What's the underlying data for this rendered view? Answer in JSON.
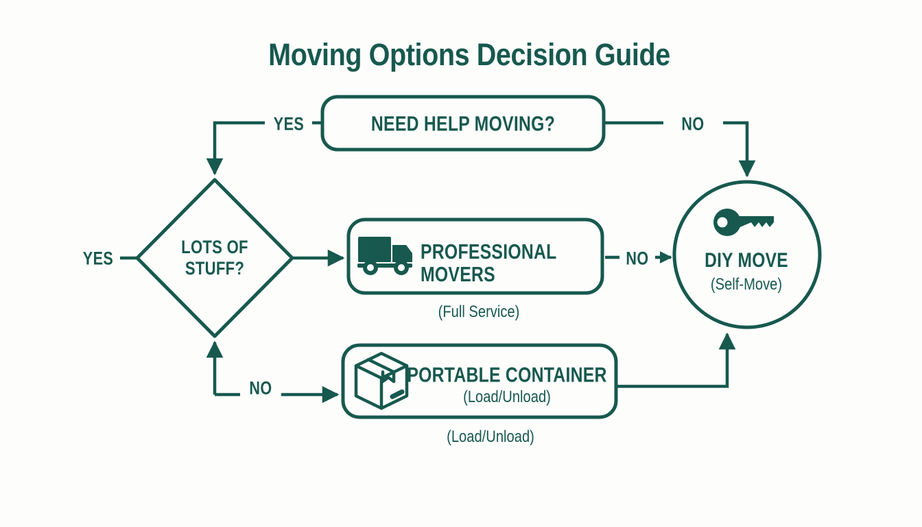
{
  "page": {
    "title": "Moving Options Decision Guide",
    "background_color": "#fdfdfc",
    "accent_color": "#17594e"
  },
  "nodes": {
    "start": {
      "id": "need-help-moving",
      "shape": "rounded-rect",
      "label": "NEED HELP MOVING?"
    },
    "decision": {
      "id": "lots-of-stuff",
      "shape": "diamond",
      "label_line1": "LOTS OF",
      "label_line2": "STUFF?"
    },
    "movers": {
      "id": "professional-movers",
      "shape": "rounded-rect",
      "icon": "truck-icon",
      "label_line1": "PROFESSIONAL",
      "label_line2": "MOVERS",
      "caption": "(Full Service)"
    },
    "container": {
      "id": "portable-container",
      "shape": "rounded-rect",
      "icon": "box-icon",
      "label": "PORTABLE CONTAINER",
      "sublabel": "(Load/Unload)",
      "caption": "(Load/Unload)"
    },
    "diy": {
      "id": "diy-move",
      "shape": "circle",
      "icon": "key-icon",
      "label": "DIY MOVE",
      "sublabel": "(Self-Move)"
    }
  },
  "edges": [
    {
      "id": "start-yes",
      "label": "YES",
      "from": "need-help-moving",
      "to": "lots-of-stuff"
    },
    {
      "id": "start-no",
      "label": "NO",
      "from": "need-help-moving",
      "to": "diy-move"
    },
    {
      "id": "decision-yes",
      "label": "YES",
      "from": "lots-of-stuff",
      "to": "professional-movers"
    },
    {
      "id": "decision-no",
      "label": "NO",
      "from": "lots-of-stuff",
      "to": "portable-container"
    },
    {
      "id": "movers-no",
      "label": "NO",
      "from": "professional-movers",
      "to": "diy-move"
    }
  ]
}
